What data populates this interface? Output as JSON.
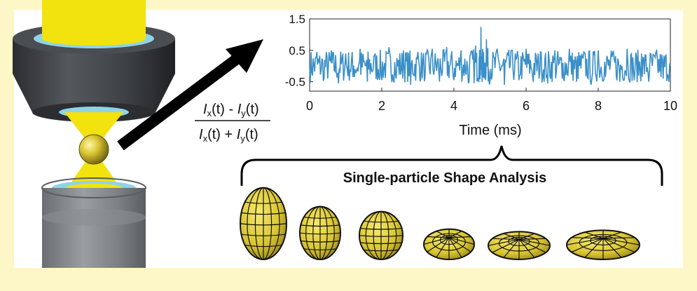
{
  "background_color": "#fdf6c6",
  "panel_color": "#ffffff",
  "accent": {
    "laser": "#f2e20e",
    "gold": "#d9c531",
    "objective_dark": "#3c3f44",
    "objective_gray": "#7b7e82",
    "lens_blue": "#8fd3e6",
    "trace": "#3a8fc8"
  },
  "formula": {
    "numerator": {
      "a_letter": "I",
      "a_sub": "x",
      "a_arg": "(t)",
      "op": " - ",
      "b_letter": "I",
      "b_sub": "y",
      "b_arg": "(t)"
    },
    "denominator": {
      "a_letter": "I",
      "a_sub": "x",
      "a_arg": "(t)",
      "op": " + ",
      "b_letter": "I",
      "b_sub": "y",
      "b_arg": "(t)"
    }
  },
  "chart_data": {
    "type": "line",
    "xlabel": "Time (ms)",
    "ylabel": "",
    "xlim": [
      0,
      10
    ],
    "ylim": [
      -0.8,
      1.5
    ],
    "x_ticks": [
      0,
      2,
      4,
      6,
      8,
      10
    ],
    "x_tick_labels": [
      "0",
      "2",
      "4",
      "6",
      "8",
      "10"
    ],
    "y_ticks": [
      1.5,
      0.5,
      -0.5
    ],
    "y_tick_labels": [
      "1.5",
      "0.5",
      "-0.5"
    ],
    "grid": false,
    "series": [
      {
        "color": "#3a8fc8",
        "x": [
          0,
          0.2,
          0.4,
          0.6,
          0.8,
          1.0,
          1.2,
          1.4,
          1.6,
          1.8,
          2.0,
          2.2,
          2.4,
          2.6,
          2.8,
          3.0,
          3.2,
          3.4,
          3.6,
          3.8,
          4.0,
          4.2,
          4.4,
          4.6,
          4.7,
          4.75,
          4.8,
          4.9,
          5.0,
          5.2,
          5.4,
          5.6,
          5.8,
          6.0,
          6.2,
          6.4,
          6.6,
          6.8,
          7.0,
          7.2,
          7.4,
          7.6,
          7.8,
          8.0,
          8.2,
          8.4,
          8.6,
          8.8,
          9.0,
          9.2,
          9.4,
          9.6,
          9.8,
          10.0
        ],
        "y": [
          0.0,
          0.45,
          -0.4,
          0.5,
          -0.55,
          0.4,
          -0.35,
          0.55,
          -0.5,
          0.35,
          -0.45,
          0.6,
          -0.4,
          0.5,
          -0.6,
          0.45,
          -0.35,
          0.55,
          -0.5,
          0.6,
          -0.45,
          0.5,
          -0.55,
          0.65,
          0.3,
          1.25,
          0.2,
          0.85,
          -0.5,
          0.55,
          -0.6,
          0.5,
          -0.45,
          0.55,
          -0.5,
          0.45,
          -0.55,
          0.5,
          -0.4,
          0.55,
          -0.5,
          0.45,
          -0.6,
          0.5,
          -0.35,
          0.4,
          -0.5,
          0.55,
          -0.45,
          0.4,
          -0.5,
          0.45,
          -0.4,
          0.0
        ]
      }
    ]
  },
  "bracket_title": "Single-particle Shape Analysis",
  "particles": [
    {
      "shape": "prolate",
      "aspect": 1.55
    },
    {
      "shape": "prolate",
      "aspect": 1.3
    },
    {
      "shape": "sphere",
      "aspect": 1.1
    },
    {
      "shape": "oblate",
      "aspect": 0.6
    },
    {
      "shape": "oblate",
      "aspect": 0.45
    },
    {
      "shape": "oblate",
      "aspect": 0.4
    }
  ]
}
